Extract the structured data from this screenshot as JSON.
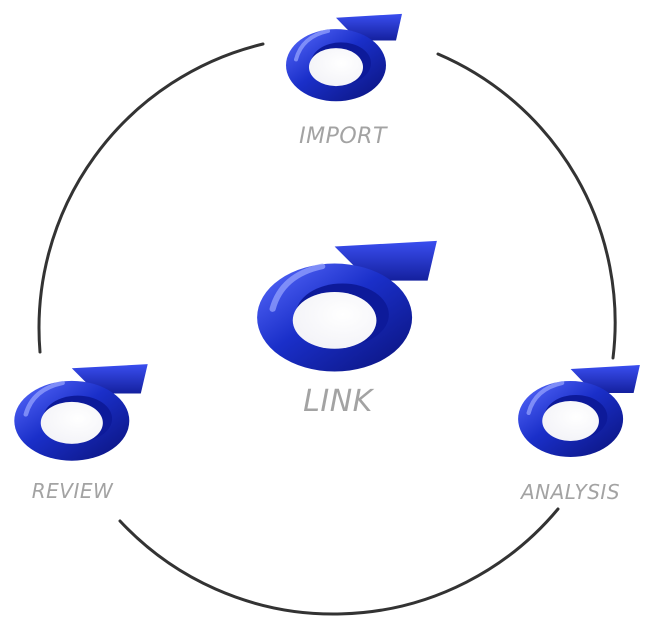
{
  "diagram": {
    "nodes": [
      {
        "id": "import",
        "label": "IMPORT",
        "icon": "sigma-logo-icon"
      },
      {
        "id": "link",
        "label": "LINK",
        "icon": "sigma-logo-icon"
      },
      {
        "id": "review",
        "label": "REVIEW",
        "icon": "sigma-logo-icon"
      },
      {
        "id": "analysis",
        "label": "ANALYSIS",
        "icon": "sigma-logo-icon"
      }
    ],
    "cycle_color": "#333333",
    "label_color": "#a3a3a3",
    "icon_colors": {
      "base": "#1a2fc9",
      "highlight": "#7b8cff",
      "dark": "#0a127a"
    }
  }
}
